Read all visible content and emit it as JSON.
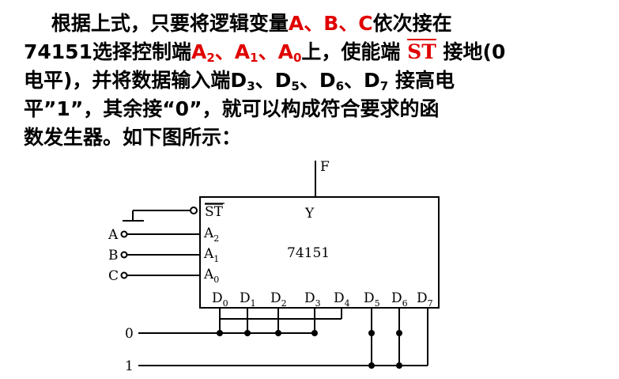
{
  "paragraph": {
    "line1_a": "根据上式，只要将逻辑变量",
    "var_a": "A",
    "sep1": "、",
    "var_b": "B",
    "sep2": "、",
    "var_c": "C",
    "line1_b": "依次接在",
    "line2_a": "74151选择控制端",
    "sel_a2": "A",
    "sel_a2_sub": "2",
    "sep3": "、",
    "sel_a1": "A",
    "sel_a1_sub": "1",
    "sep4": "、",
    "sel_a0": "A",
    "sel_a0_sub": "0",
    "line2_b": "上，使能端",
    "enable": "ST",
    "line2_c": "接地(0",
    "line3_a": "电平)，并将数据输入端D",
    "d3_sub": "3",
    "line3_b": "、D",
    "d5_sub": "5",
    "line3_c": "、D",
    "d6_sub": "6",
    "line3_d": "、D",
    "d7_sub": "7",
    "line3_e": "接高电",
    "line4": "平”1”，其余接“0”，就可以构成符合要求的函",
    "line5": "数发生器。如下图所示："
  },
  "diagram": {
    "output_label": "F",
    "chip_name": "74151",
    "output_pin": "Y",
    "enable_pin": "ST",
    "select_pins": [
      {
        "name": "A",
        "sub": "2"
      },
      {
        "name": "A",
        "sub": "1"
      },
      {
        "name": "A",
        "sub": "0"
      }
    ],
    "input_labels": [
      "A",
      "B",
      "C"
    ],
    "data_pins": [
      {
        "name": "D",
        "sub": "0"
      },
      {
        "name": "D",
        "sub": "1"
      },
      {
        "name": "D",
        "sub": "2"
      },
      {
        "name": "D",
        "sub": "3"
      },
      {
        "name": "D",
        "sub": "4"
      },
      {
        "name": "D",
        "sub": "5"
      },
      {
        "name": "D",
        "sub": "6"
      },
      {
        "name": "D",
        "sub": "7"
      }
    ],
    "bus_zero": "0",
    "bus_one": "1"
  },
  "colors": {
    "highlight": "#e00000",
    "text": "#000000"
  }
}
